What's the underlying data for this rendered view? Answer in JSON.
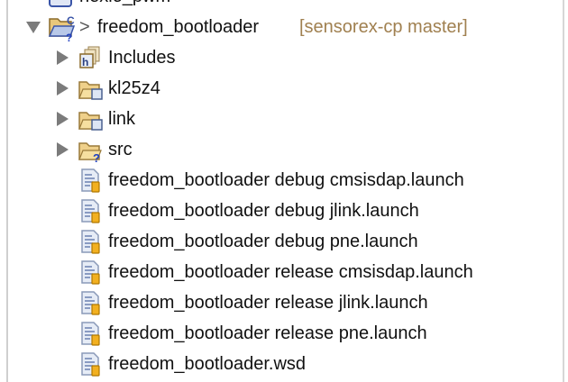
{
  "tree": {
    "previous_project": {
      "label": "nexio_pwm"
    },
    "project": {
      "prefix": ">",
      "label": "freedom_bootloader",
      "decoration": "[sensorex-cp master]",
      "expanded": true,
      "icon": "c-project-folder-icon"
    },
    "children": [
      {
        "label": "Includes",
        "icon": "includes-icon",
        "expandable": true
      },
      {
        "label": "kl25z4",
        "icon": "source-folder-icon",
        "expandable": true
      },
      {
        "label": "link",
        "icon": "source-folder-icon",
        "expandable": true
      },
      {
        "label": "src",
        "icon": "untracked-folder-icon",
        "expandable": true
      },
      {
        "label": "freedom_bootloader debug cmsisdap.launch",
        "icon": "launch-file-icon"
      },
      {
        "label": "freedom_bootloader debug jlink.launch",
        "icon": "launch-file-icon"
      },
      {
        "label": "freedom_bootloader debug pne.launch",
        "icon": "launch-file-icon"
      },
      {
        "label": "freedom_bootloader release cmsisdap.launch",
        "icon": "launch-file-icon"
      },
      {
        "label": "freedom_bootloader release jlink.launch",
        "icon": "launch-file-icon"
      },
      {
        "label": "freedom_bootloader release pne.launch",
        "icon": "launch-file-icon"
      },
      {
        "label": "freedom_bootloader.wsd",
        "icon": "launch-file-icon"
      }
    ]
  },
  "colors": {
    "git_decoration": "#a08050",
    "twistie": "#7b7b7b"
  }
}
